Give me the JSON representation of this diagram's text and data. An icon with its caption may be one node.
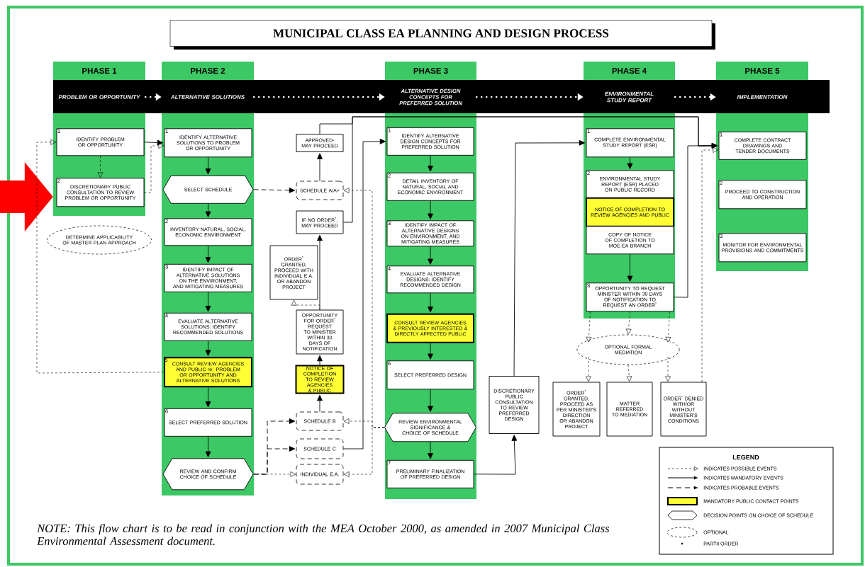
{
  "diagram": {
    "title": "MUNICIPAL CLASS EA PLANNING AND DESIGN PROCESS",
    "caption": "NOTE: This flow chart is to be read in conjunction with the MEA October 2000, as amended in 2007 Municipal Class Environmental Assessment document.",
    "nodes": [
      {
        "text": [
          "PHASE 1",
          "PROBLEM OR OPPORTUNITY"
        ]
      },
      {
        "text": [
          "PHASE 2",
          "ALTERNATIVE SOLUTIONS"
        ]
      },
      {
        "text": [
          "PHASE 3",
          "ALTERNATIVE DESIGN CONCEPTS FOR PREFERRED SOLUTION"
        ]
      },
      {
        "text": [
          "PHASE 4",
          "ENVIRONMENTAL STUDY REPORT"
        ]
      },
      {
        "text": [
          "PHASE 5",
          "IMPLEMENTATION"
        ]
      },
      {
        "text": [
          "1",
          "IDENTIFY PROBLEM OR OPPORTUNITY"
        ],
        "in": 0
      },
      {
        "text": [
          "2",
          "DISCRETIONARY PUBLIC CONSULTATION TO REVIEW PROBLEM OR OPPORTUNITY"
        ],
        "in": 0
      },
      {
        "text": [
          "DETERMINE APPLICABILITY OF MASTER PLAN APPROACH"
        ]
      },
      {
        "text": [
          "1",
          "IDENTIFY ALTERNATIVE SOLUTIONS TO PROBLEM OR OPPORTUNITY"
        ],
        "in": 1
      },
      {
        "text": [
          "SELECT SCHEDULE"
        ],
        "in": 1
      },
      {
        "text": [
          "2",
          "INVENTORY NATURAL, SOCIAL, ECONOMIC ENVIRONMENT"
        ],
        "in": 1
      },
      {
        "text": [
          "3",
          "IDENTIFY IMPACT OF ALTERNATIVE SOLUTIONS ON THE ENVIRONMENT, AND MITIGATING MEASURES"
        ],
        "in": 1
      },
      {
        "text": [
          "4",
          "EVALUATE ALTERNATIVE SOLUTIONS: IDENTIFY RECOMMENDED SOLUTIONS"
        ],
        "in": 1
      },
      {
        "text": [
          "5",
          "CONSULT REVIEW AGENCIES AND PUBLIC re: PROBLEM OR OPPORTUNITY AND ALTERNATIVE SOLUTIONS"
        ],
        "in": 1
      },
      {
        "text": [
          "6",
          "SELECT PREFERRED SOLUTION"
        ],
        "in": 1
      },
      {
        "text": [
          "REVIEW AND CONFIRM CHOICE OF SCHEDULE"
        ],
        "in": 1
      },
      {
        "text": [
          "APPROVED- MAY PROCEED"
        ]
      },
      {
        "text": [
          "SCHEDULE A/A+"
        ]
      },
      {
        "text": [
          "IF NO ORDER$^{*}$, MAY PROCEED"
        ]
      },
      {
        "text": [
          "ORDER$^{*}$ GRANTED, PROCEED WITH INDIVIDUAL E.A. OR ABANDON PROJECT"
        ]
      },
      {
        "text": [
          "OPPORTUNITY FOR ORDER$^{*}$ REQUEST TO MINISTER WITHIN 30 DAYS OF NOTIFICATION"
        ]
      },
      {
        "text": [
          "NOTICE OF COMPLETION TO REVIEW AGENCIES & PUBLIC"
        ]
      },
      {
        "text": [
          "SCHEDULE B"
        ]
      },
      {
        "text": [
          "SCHEDULE C"
        ]
      },
      {
        "text": [
          "INDIVIDUAL E.A."
        ]
      },
      {
        "text": [
          "1",
          "IDENTIFY ALTERNATIVE DESIGN CONCEPTS FOR PREFERRED SOLUTION"
        ],
        "in": 2
      },
      {
        "text": [
          "2",
          "DETAIL INVENTORY OF NATURAL, SOCIAL AND ECONOMIC ENVIRONMENT"
        ],
        "in": 2
      },
      {
        "text": [
          "3",
          "IDENTIFY IMPACT OF ALTERNATIVE DESIGNS ON ENVIRONMENT, AND MITIGATING MEASURES"
        ],
        "in": 2
      },
      {
        "text": [
          "4",
          "EVALUATE ALTERNATIVE DESIGNS: IDENTIFY RECOMMENDED DESIGN"
        ],
        "in": 2
      },
      {
        "text": [
          "CONSULT REVIEW AGENCIES & PREVIOUSLY INTERESTED & DIRECTLY AFFECTED PUBLIC"
        ],
        "in": 2
      },
      {
        "text": [
          "6",
          "SELECT PREFERRED DESIGN"
        ],
        "in": 2
      },
      {
        "text": [
          "REVIEW ENVIRONMENTAL SIGNIFICANCE & CHOICE OF SCHEDULE"
        ],
        "in": 2
      },
      {
        "text": [
          "7",
          "PRELIMINARY FINALIZATION OF PREFERRED DESIGN"
        ],
        "in": 2
      },
      {
        "text": [
          "DISCRETIONARY PUBLIC CONSULTATION TO REVIEW PREFERRED DESIGN"
        ]
      },
      {
        "text": [
          "1",
          "COMPLETE ENVIRONMENTAL STUDY REPORT (ESR)"
        ],
        "in": 3
      },
      {
        "text": [
          "2",
          "ENVIRONMENTAL STUDY REPORT (ESR) PLACED ON PUBLIC RECORD"
        ],
        "in": 3
      },
      {
        "text": [
          "NOTICE OF COMPLETION TO REVIEW AGENCIES AND PUBLIC"
        ],
        "in": 3
      },
      {
        "text": [
          "COPY OF NOTICE OF COMPLETION TO MOE-EA BRANCH"
        ],
        "in": 3
      },
      {
        "text": [
          "3",
          "OPPORTUNITY TO REQUEST MINISTER WITHIN 30 DAYS OF NOTIFICATION TO REQUEST AN ORDER$^{*}$"
        ],
        "in": 3
      },
      {
        "text": [
          "OPTIONAL FORMAL MEDIATION"
        ]
      },
      {
        "text": [
          "ORDER$^{*}$ GRANTED, PROCEED AS PER MINISTER'S DIRECTION OR ABANDON PROJECT"
        ]
      },
      {
        "text": [
          "MATTER REFERRED TO MEDIATION"
        ]
      },
      {
        "text": [
          "ORDER$^{*}$ DENIED WITH/OR WITHOUT MINISTER'S CONDITIONS"
        ]
      },
      {
        "text": [
          "1",
          "COMPLETE CONTRACT DRAWINGS AND TENDER DOCUMENTS"
        ],
        "in": 4
      },
      {
        "text": [
          "2",
          "PROCEED TO CONSTRUCTION AND OPERATION"
        ],
        "in": 4
      },
      {
        "text": [
          "3",
          "MONITOR FOR ENVIRONMENTAL PROVISIONS AND COMMITMENTS"
        ],
        "in": 4
      }
    ],
    "edges": [
      {
        "from": 0,
        "to": 1,
        "arrow": "to",
        "style": "dashed",
        "color": "#ffffff"
      },
      {
        "from": 1,
        "to": 2,
        "arrow": "to",
        "style": "dashed",
        "color": "#ffffff"
      },
      {
        "from": 2,
        "to": 3,
        "arrow": "to",
        "style": "dashed",
        "color": "#ffffff"
      },
      {
        "from": 3,
        "to": 4,
        "arrow": "to",
        "style": "dashed",
        "color": "#ffffff"
      },
      {
        "from": null,
        "to": 0,
        "arrow": "to",
        "style": "thick",
        "color": "#ff0000"
      },
      {
        "from": 5,
        "to": 8,
        "arrow": "to"
      },
      {
        "from": 5,
        "to": 6,
        "arrow": "to",
        "style": "dashed"
      },
      {
        "from": 6,
        "to": 8,
        "arrow": "to",
        "style": "dashed"
      },
      {
        "from": 13,
        "to": 5,
        "arrow": "to",
        "style": "dashed"
      },
      {
        "from": 8,
        "to": 9,
        "arrow": "to"
      },
      {
        "from": 9,
        "to": 10,
        "arrow": "to"
      },
      {
        "from": 10,
        "to": 11,
        "arrow": "to"
      },
      {
        "from": 11,
        "to": 12,
        "arrow": "to"
      },
      {
        "from": 12,
        "to": 13,
        "arrow": "to"
      },
      {
        "from": 13,
        "to": 14,
        "arrow": "to"
      },
      {
        "from": 14,
        "to": 15,
        "arrow": "to"
      },
      {
        "from": 9,
        "to": 17,
        "arrow": "to",
        "style": "dashed"
      },
      {
        "from": 17,
        "to": 16,
        "arrow": "to"
      },
      {
        "from": 16,
        "to": 43,
        "arrow": "to"
      },
      {
        "from": 18,
        "to": 43,
        "arrow": "to"
      },
      {
        "from": 38,
        "to": 43,
        "arrow": "to"
      },
      {
        "from": 32,
        "to": 33,
        "arrow": "to"
      },
      {
        "from": 33,
        "to": 34,
        "arrow": "to"
      },
      {
        "from": 15,
        "to": 22,
        "arrow": "to",
        "style": "dashed"
      },
      {
        "from": 15,
        "to": 23,
        "arrow": "to",
        "style": "dashed"
      },
      {
        "from": 15,
        "to": 24,
        "arrow": "to",
        "style": "dashed"
      },
      {
        "from": 22,
        "to": 21,
        "arrow": "to"
      },
      {
        "from": 21,
        "to": 20,
        "arrow": "to"
      },
      {
        "from": 20,
        "to": 18,
        "arrow": "to"
      },
      {
        "from": 20,
        "to": 19,
        "arrow": "to",
        "style": "dashed"
      },
      {
        "from": 31,
        "to": 17,
        "arrow": "to",
        "style": "dashed"
      },
      {
        "from": 31,
        "to": 22,
        "arrow": "to",
        "style": "dashed"
      },
      {
        "from": 31,
        "to": 24,
        "arrow": "to",
        "style": "dashed"
      },
      {
        "from": 23,
        "to": 25,
        "arrow": "to"
      },
      {
        "from": 25,
        "to": 26,
        "arrow": "to"
      },
      {
        "from": 26,
        "to": 27,
        "arrow": "to"
      },
      {
        "from": 27,
        "to": 28,
        "arrow": "to"
      },
      {
        "from": 28,
        "to": 29,
        "arrow": "to"
      },
      {
        "from": 29,
        "to": 30,
        "arrow": "to"
      },
      {
        "from": 30,
        "to": 31,
        "arrow": "to"
      },
      {
        "from": 31,
        "to": 32,
        "arrow": "to"
      },
      {
        "from": 34,
        "to": 35,
        "arrow": "to"
      },
      {
        "from": 37,
        "to": 38,
        "arrow": "to"
      },
      {
        "from": 38,
        "to": 39,
        "arrow": "to",
        "style": "dashed"
      },
      {
        "from": 38,
        "to": 39,
        "arrow": "to",
        "style": "dashed"
      },
      {
        "from": 38,
        "to": 39,
        "arrow": "to",
        "style": "dashed"
      },
      {
        "from": 39,
        "to": 40,
        "arrow": "to",
        "style": "dashed"
      },
      {
        "from": 39,
        "to": 41,
        "arrow": "to",
        "style": "dashed"
      },
      {
        "from": 39,
        "to": 42,
        "arrow": "to",
        "style": "dashed"
      },
      {
        "from": 42,
        "to": 43,
        "arrow": "to",
        "style": "dashed"
      }
    ],
    "labels": [
      "LEGEND"
    ],
    "legend": [
      {
        "text": "INDICATES POSSIBLE EVENTS"
      },
      {
        "text": "INDICATES MANDATORY EVENTS"
      },
      {
        "text": "INDICATES PROBABLE EVENTS"
      },
      {
        "text": "MANDATORY PUBLIC CONTACT POINTS",
        "color": "#ffff33"
      },
      {
        "text": "DECISION POINTS ON CHOICE OF SCHEDULE"
      },
      {
        "text": "OPTIONAL"
      },
      {
        "text": "PARTII ORDER"
      }
    ]
  }
}
